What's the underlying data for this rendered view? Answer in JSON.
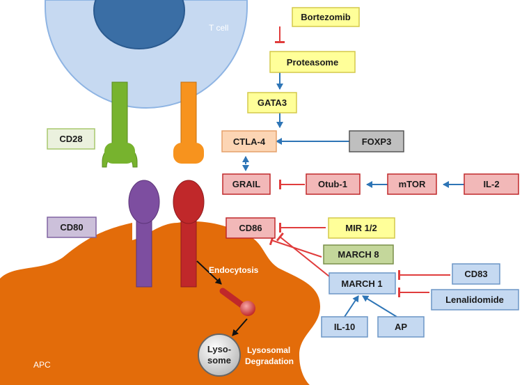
{
  "cells": {
    "t_cell": "T cell",
    "apc": "APC"
  },
  "process_labels": {
    "endocytosis": "Endocytosis",
    "lysosomal_degradation_line1": "Lysosomal",
    "lysosomal_degradation_line2": "Degradation",
    "lysosome_line1": "Lyso-",
    "lysosome_line2": "some"
  },
  "boxes": {
    "bortezomib": "Bortezomib",
    "proteasome": "Proteasome",
    "gata3": "GATA3",
    "ctla4": "CTLA-4",
    "foxp3": "FOXP3",
    "grail": "GRAIL",
    "otub1": "Otub-1",
    "mtor": "mTOR",
    "il2": "IL-2",
    "cd86": "CD86",
    "mir12": "MIR 1/2",
    "march8": "MARCH 8",
    "march1": "MARCH 1",
    "cd83": "CD83",
    "lenalidomide": "Lenalidomide",
    "il10": "IL-10",
    "ap": "AP",
    "cd28": "CD28",
    "cd80": "CD80"
  },
  "colors": {
    "t_cell_fill": "#c6d9f1",
    "nucleus_fill": "#3a6ea5",
    "apc_fill": "#e36c0a",
    "activation_arrow": "#2e75b6",
    "inhibition": "#e03c3c",
    "yellow_box": "#ffff99",
    "peach_box": "#fcd5b4",
    "pink_box": "#f2b8b8",
    "blue_box": "#c5d9f1",
    "green_box": "#c4d79b",
    "gray_box": "#bfbfbf",
    "purple_box": "#ccc0da",
    "cd28_box": "#ebf1de",
    "receptor_green": "#77b32e",
    "receptor_orange": "#f7931e",
    "receptor_purple": "#7d4ea0",
    "receptor_red": "#c0282a"
  }
}
